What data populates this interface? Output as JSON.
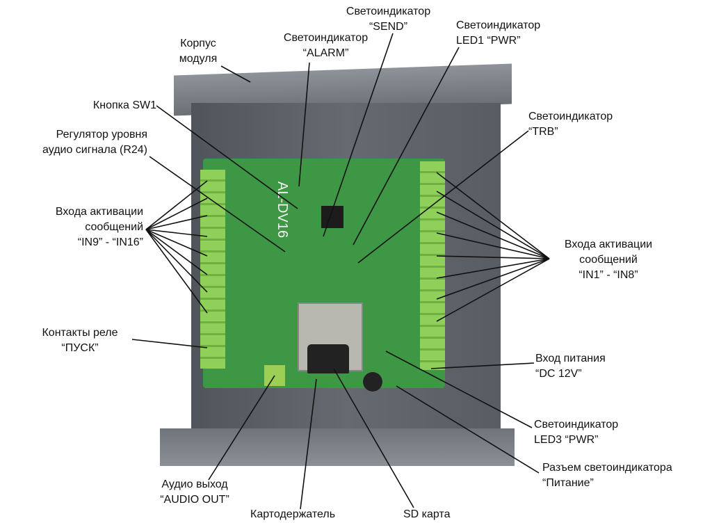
{
  "labels": {
    "housing": [
      "Корпус",
      "модуля"
    ],
    "alarm": [
      "Светоиндикатор",
      "“ALARM”"
    ],
    "send": [
      "Светоиндикатор",
      "“SEND”"
    ],
    "led1": [
      "Светоиндикатор",
      "LED1 “PWR”"
    ],
    "sw1": [
      "Кнопка SW1"
    ],
    "r24": [
      "Регулятор уровня",
      "аудио сигнала (R24)"
    ],
    "in9_16": [
      "Входа активации",
      "сообщений",
      "“IN9” - “IN16”"
    ],
    "trb": [
      "Светоиндикатор",
      "“TRB”"
    ],
    "in1_8": [
      "Входа активации",
      "сообщений",
      "“IN1” - “IN8”"
    ],
    "relay": [
      "Контакты реле",
      "“ПУСК”"
    ],
    "dc": [
      "Вход питания",
      "“DC 12V”"
    ],
    "led3": [
      "Светоиндикатор",
      "LED3 “PWR”"
    ],
    "power_conn": [
      "Разъем светоиндикатора",
      "“Питание”"
    ],
    "audio_out": [
      "Аудио выход",
      "“AUDIO OUT”"
    ],
    "card_holder": [
      "Картодержатель"
    ],
    "sd": [
      "SD карта"
    ]
  },
  "board": {
    "model": "AL-DV16"
  },
  "colors": {
    "housing": "#5d6369",
    "flange": "#7b8188",
    "board": "#3f9a45",
    "terminal": "#8fd05a"
  }
}
